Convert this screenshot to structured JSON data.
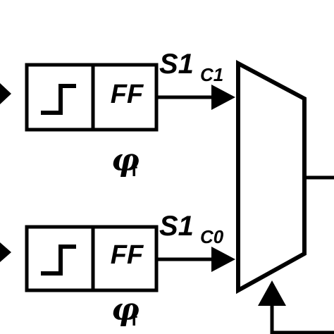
{
  "colors": {
    "ink": "#000000",
    "background": "#ffffff"
  },
  "blocks": [
    {
      "flipflop_label": "FF",
      "output_label_main": "S1",
      "output_label_sub": "C1",
      "clock_label_main": "φ",
      "clock_label_sub": "f",
      "icon": "schmitt-trigger-icon"
    },
    {
      "flipflop_label": "FF",
      "output_label_main": "S1",
      "output_label_sub": "C0",
      "clock_label_main": "φ",
      "clock_label_sub": "f",
      "icon": "schmitt-trigger-icon"
    }
  ],
  "multiplexer": {
    "icon": "multiplexer-icon"
  }
}
